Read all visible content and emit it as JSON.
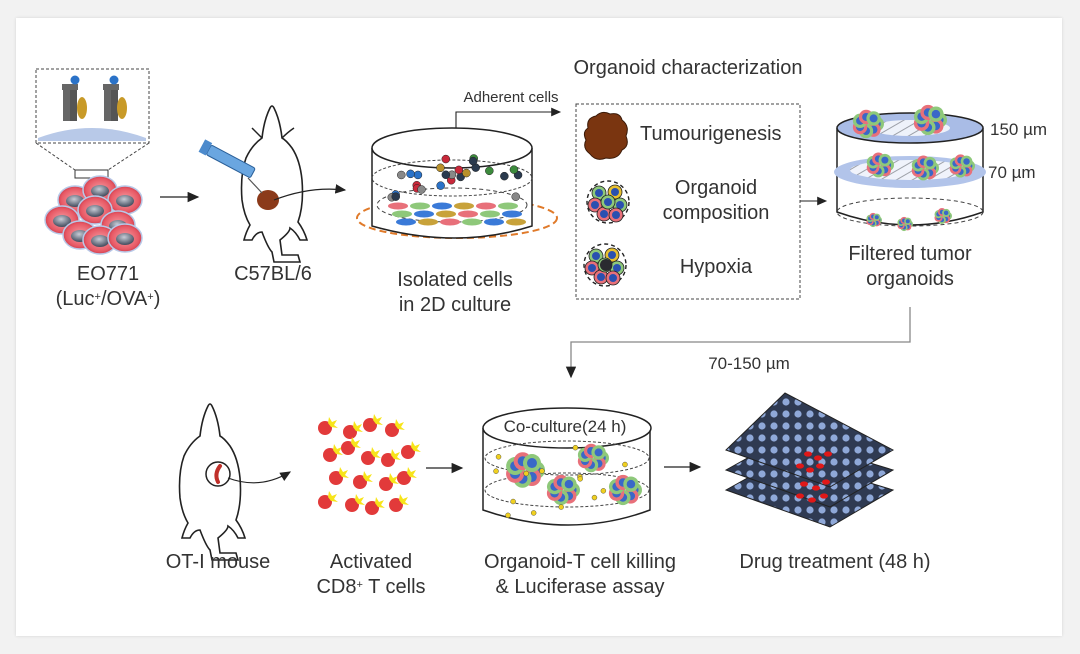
{
  "diagram": {
    "title": "Organoid characterization",
    "steps": {
      "cell_line": {
        "name": "EO771",
        "markers": [
          {
            "base": "Luc",
            "sup": "+"
          },
          {
            "base": "OVA",
            "sup": "+"
          }
        ]
      },
      "host_mouse": {
        "label": "C57BL/6"
      },
      "isolated_cells": {
        "line1": "Isolated cells",
        "line2": "in 2D culture"
      },
      "filtered_organoids": {
        "line1": "Filtered tumor",
        "line2": "organoids"
      },
      "ot1_mouse": {
        "label": "OT-I mouse"
      },
      "t_cells": {
        "line1": "Activated",
        "line2_base": "CD8",
        "line2_sup": "+",
        "line2_rest": " T cells"
      },
      "coculture": {
        "label": "Co-culture(24 h)",
        "line1": "Organoid-T cell killing",
        "line2": "& Luciferase assay"
      },
      "drug": {
        "label": "Drug treatment (48 h)"
      }
    },
    "characterization_items": [
      {
        "icon": "tumor-mass-icon",
        "label": "Tumourigenesis"
      },
      {
        "icon": "organoid-cluster-icon",
        "label": "Organoid composition"
      },
      {
        "icon": "hypoxia-organoid-icon",
        "label": "Hypoxia"
      }
    ],
    "annotations": {
      "adherent": "Adherent cells",
      "filter_top": "150 µm",
      "filter_bottom": "70 µm",
      "size_range": "70-150 µm"
    }
  }
}
